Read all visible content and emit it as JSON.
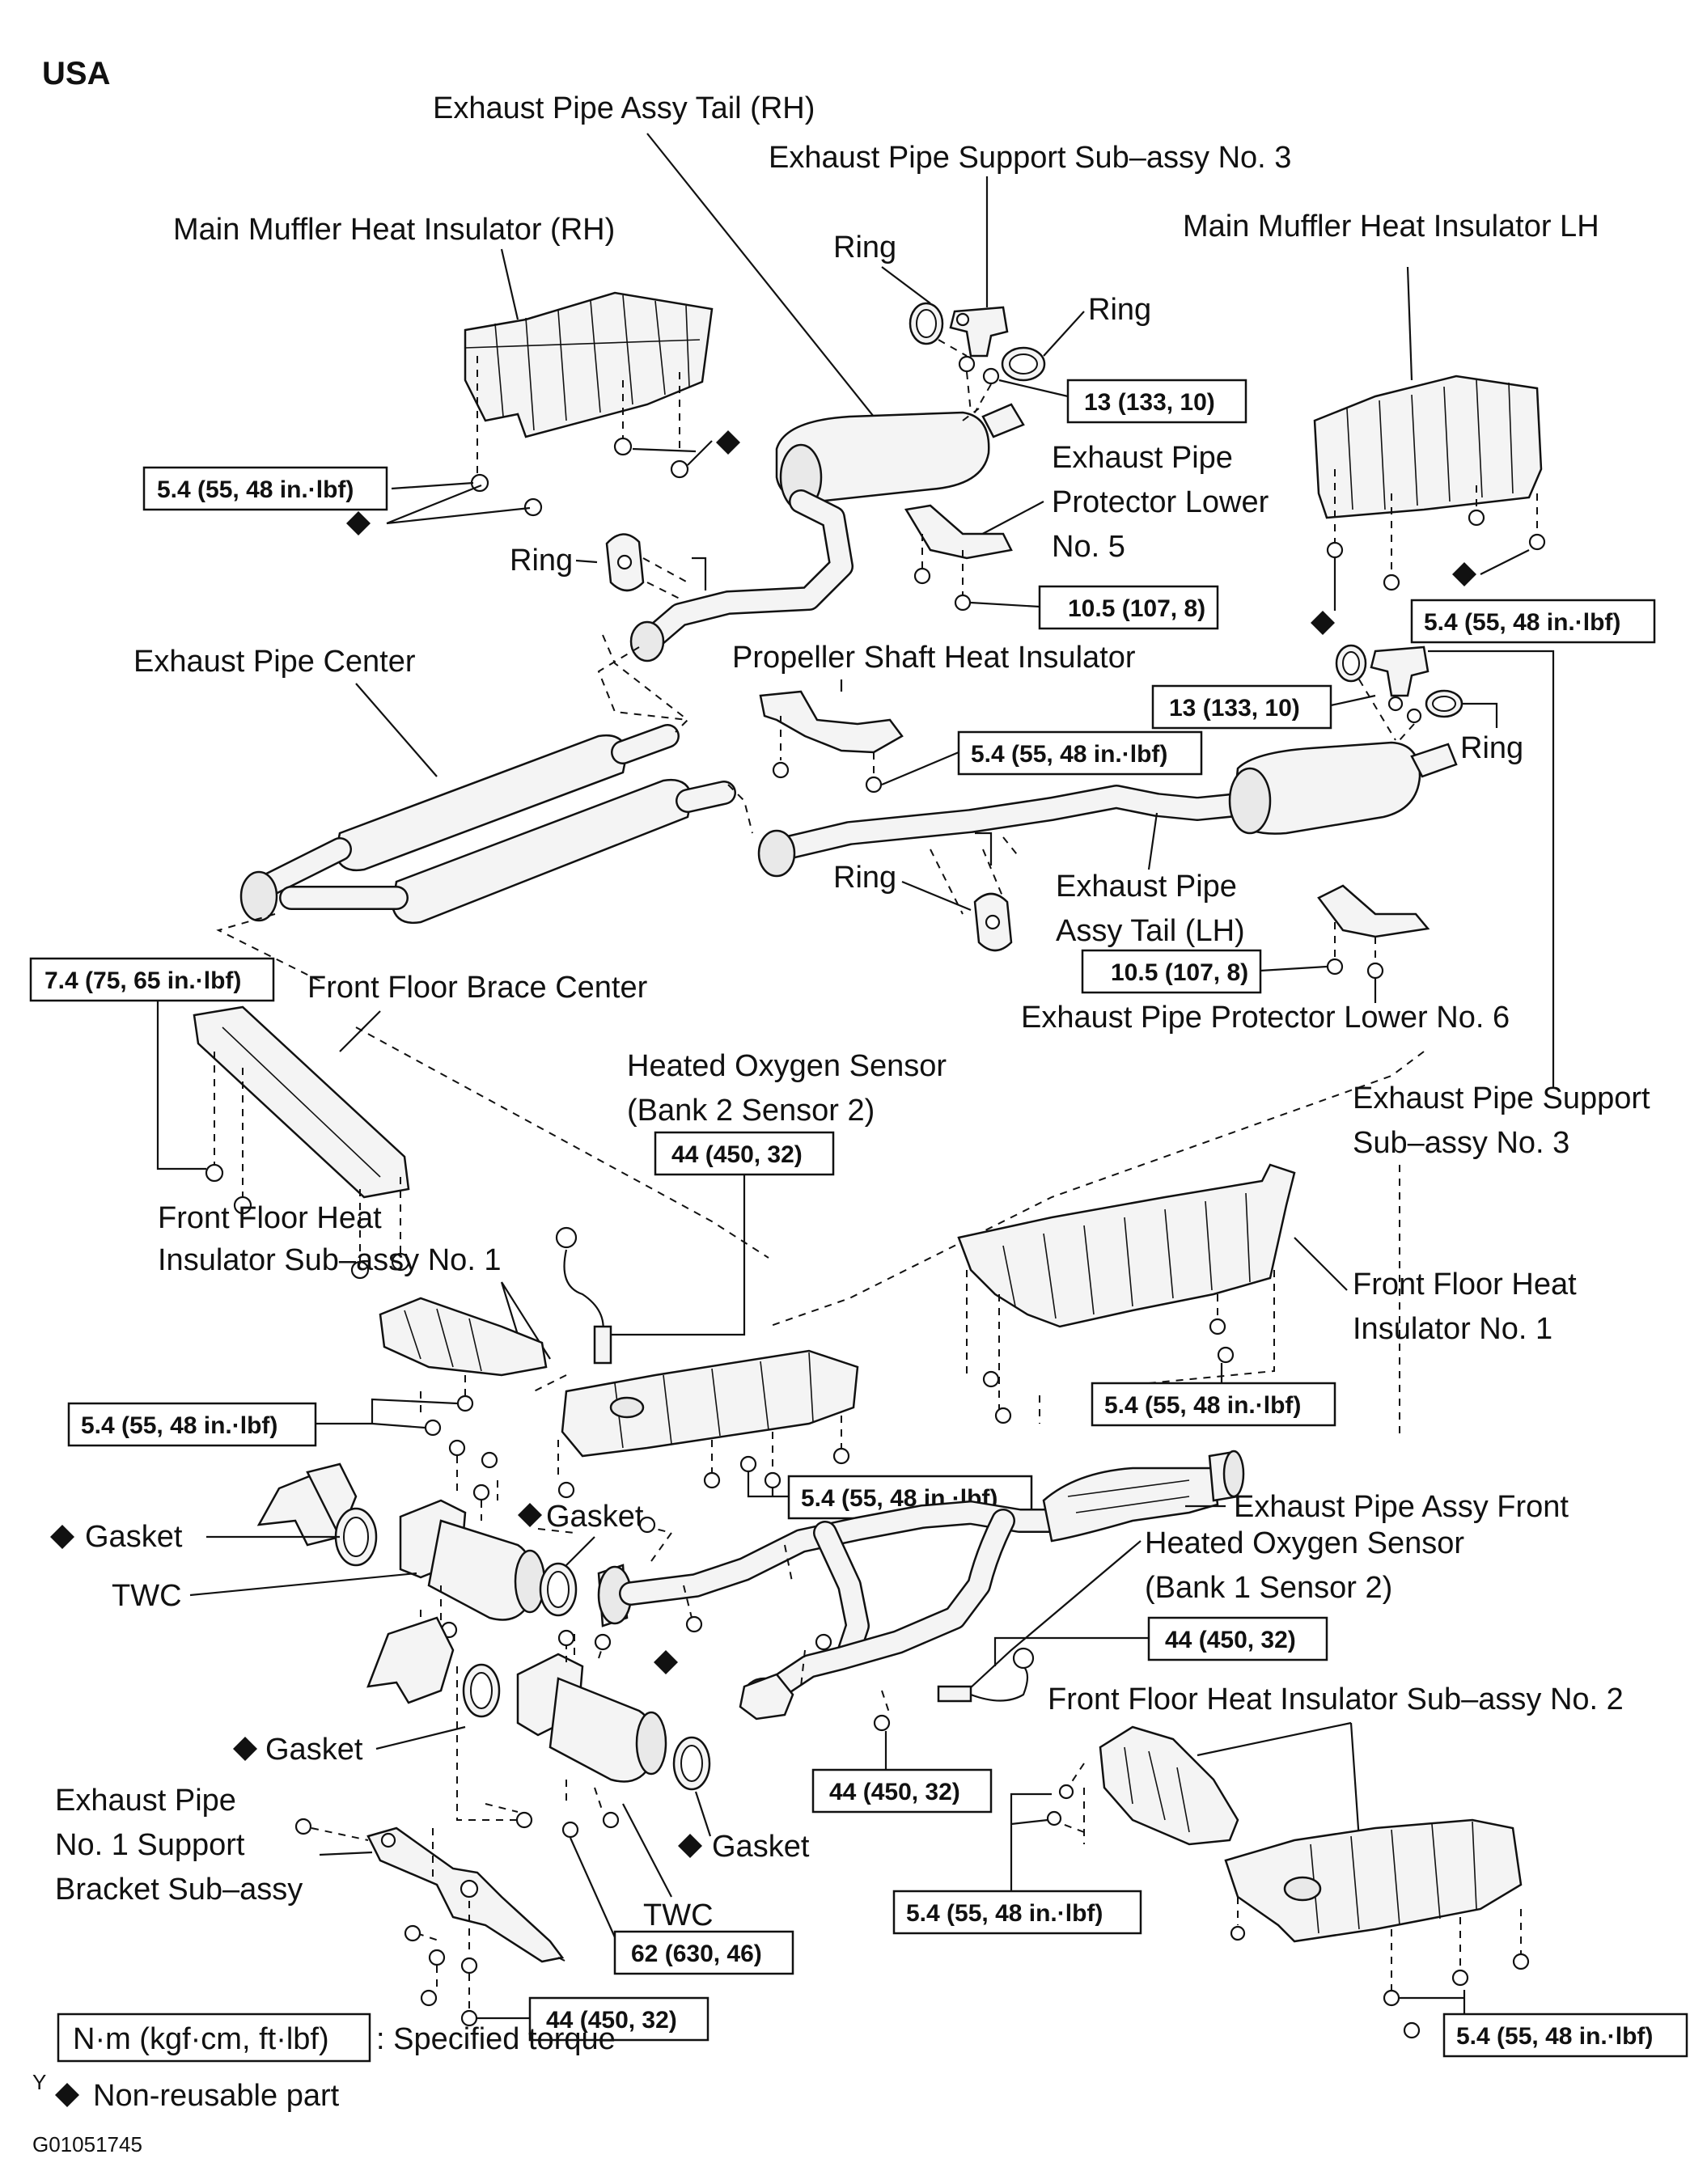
{
  "region": "USA",
  "figure_code": "G01051745",
  "corner_mark": "Y",
  "legend": {
    "torque_units": "N·m (kgf·cm, ft·lbf)",
    "torque_desc": ": Specified torque",
    "nonreusable_desc": "Non-reusable part"
  },
  "labels": {
    "tail_rh": "Exhaust Pipe Assy Tail (RH)",
    "support_no3_top": "Exhaust Pipe Support Sub–assy No. 3",
    "muffler_ins_rh": "Main Muffler Heat Insulator (RH)",
    "muffler_ins_lh": "Main Muffler Heat Insulator LH",
    "ring_1": "Ring",
    "ring_2": "Ring",
    "ring_3": "Ring",
    "ring_4": "Ring",
    "ring_5": "Ring",
    "protector_no5_l1": "Exhaust Pipe",
    "protector_no5_l2": "Protector Lower",
    "protector_no5_l3": "No. 5",
    "pipe_center": "Exhaust Pipe Center",
    "prop_shaft": "Propeller Shaft Heat Insulator",
    "tail_lh_l1": "Exhaust Pipe",
    "tail_lh_l2": "Assy Tail (LH)",
    "brace": "Front Floor Brace Center",
    "protector_no6": "Exhaust Pipe Protector Lower No. 6",
    "hos_b2_l1": "Heated Oxygen Sensor",
    "hos_b2_l2": "(Bank 2 Sensor 2)",
    "support_no3_r_l1": "Exhaust Pipe Support",
    "support_no3_r_l2": "Sub–assy No. 3",
    "ffh_sub1_l1": "Front Floor Heat",
    "ffh_sub1_l2": "Insulator Sub–assy No. 1",
    "ffh_no1_l1": "Front Floor Heat",
    "ffh_no1_l2": "Insulator No. 1",
    "gasket_1": "Gasket",
    "gasket_2": "Gasket",
    "gasket_3": "Gasket",
    "gasket_4": "Gasket",
    "pipe_front": "Exhaust Pipe Assy Front",
    "hos_b1_l1": "Heated Oxygen Sensor",
    "hos_b1_l2": "(Bank 1 Sensor 2)",
    "twc_1": "TWC",
    "twc_2": "TWC",
    "ffh_sub2": "Front Floor Heat Insulator Sub–assy No. 2",
    "bracket_l1": "Exhaust Pipe",
    "bracket_l2": "No. 1 Support",
    "bracket_l3": "Bracket Sub–assy"
  },
  "torques": {
    "t1": "13 (133, 10)",
    "t2": "5.4 (55, 48 in.·lbf)",
    "t3": "10.5 (107, 8)",
    "t4": "5.4 (55, 48 in.·lbf)",
    "t5": "13 (133, 10)",
    "t6": "5.4 (55, 48 in.·lbf)",
    "t7": "10.5 (107, 8)",
    "t8": "7.4 (75, 65 in.·lbf)",
    "t9": "44 (450, 32)",
    "t10": "5.4 (55, 48 in.·lbf)",
    "t11": "5.4 (55, 48 in.·lbf)",
    "t12": "5.4 (55, 48 in.·lbf)",
    "t13": "44 (450, 32)",
    "t14": "44 (450, 32)",
    "t15": "5.4 (55, 48 in.·lbf)",
    "t16": "62 (630, 46)",
    "t17": "44 (450, 32)",
    "t18": "5.4 (55, 48 in.·lbf)"
  }
}
